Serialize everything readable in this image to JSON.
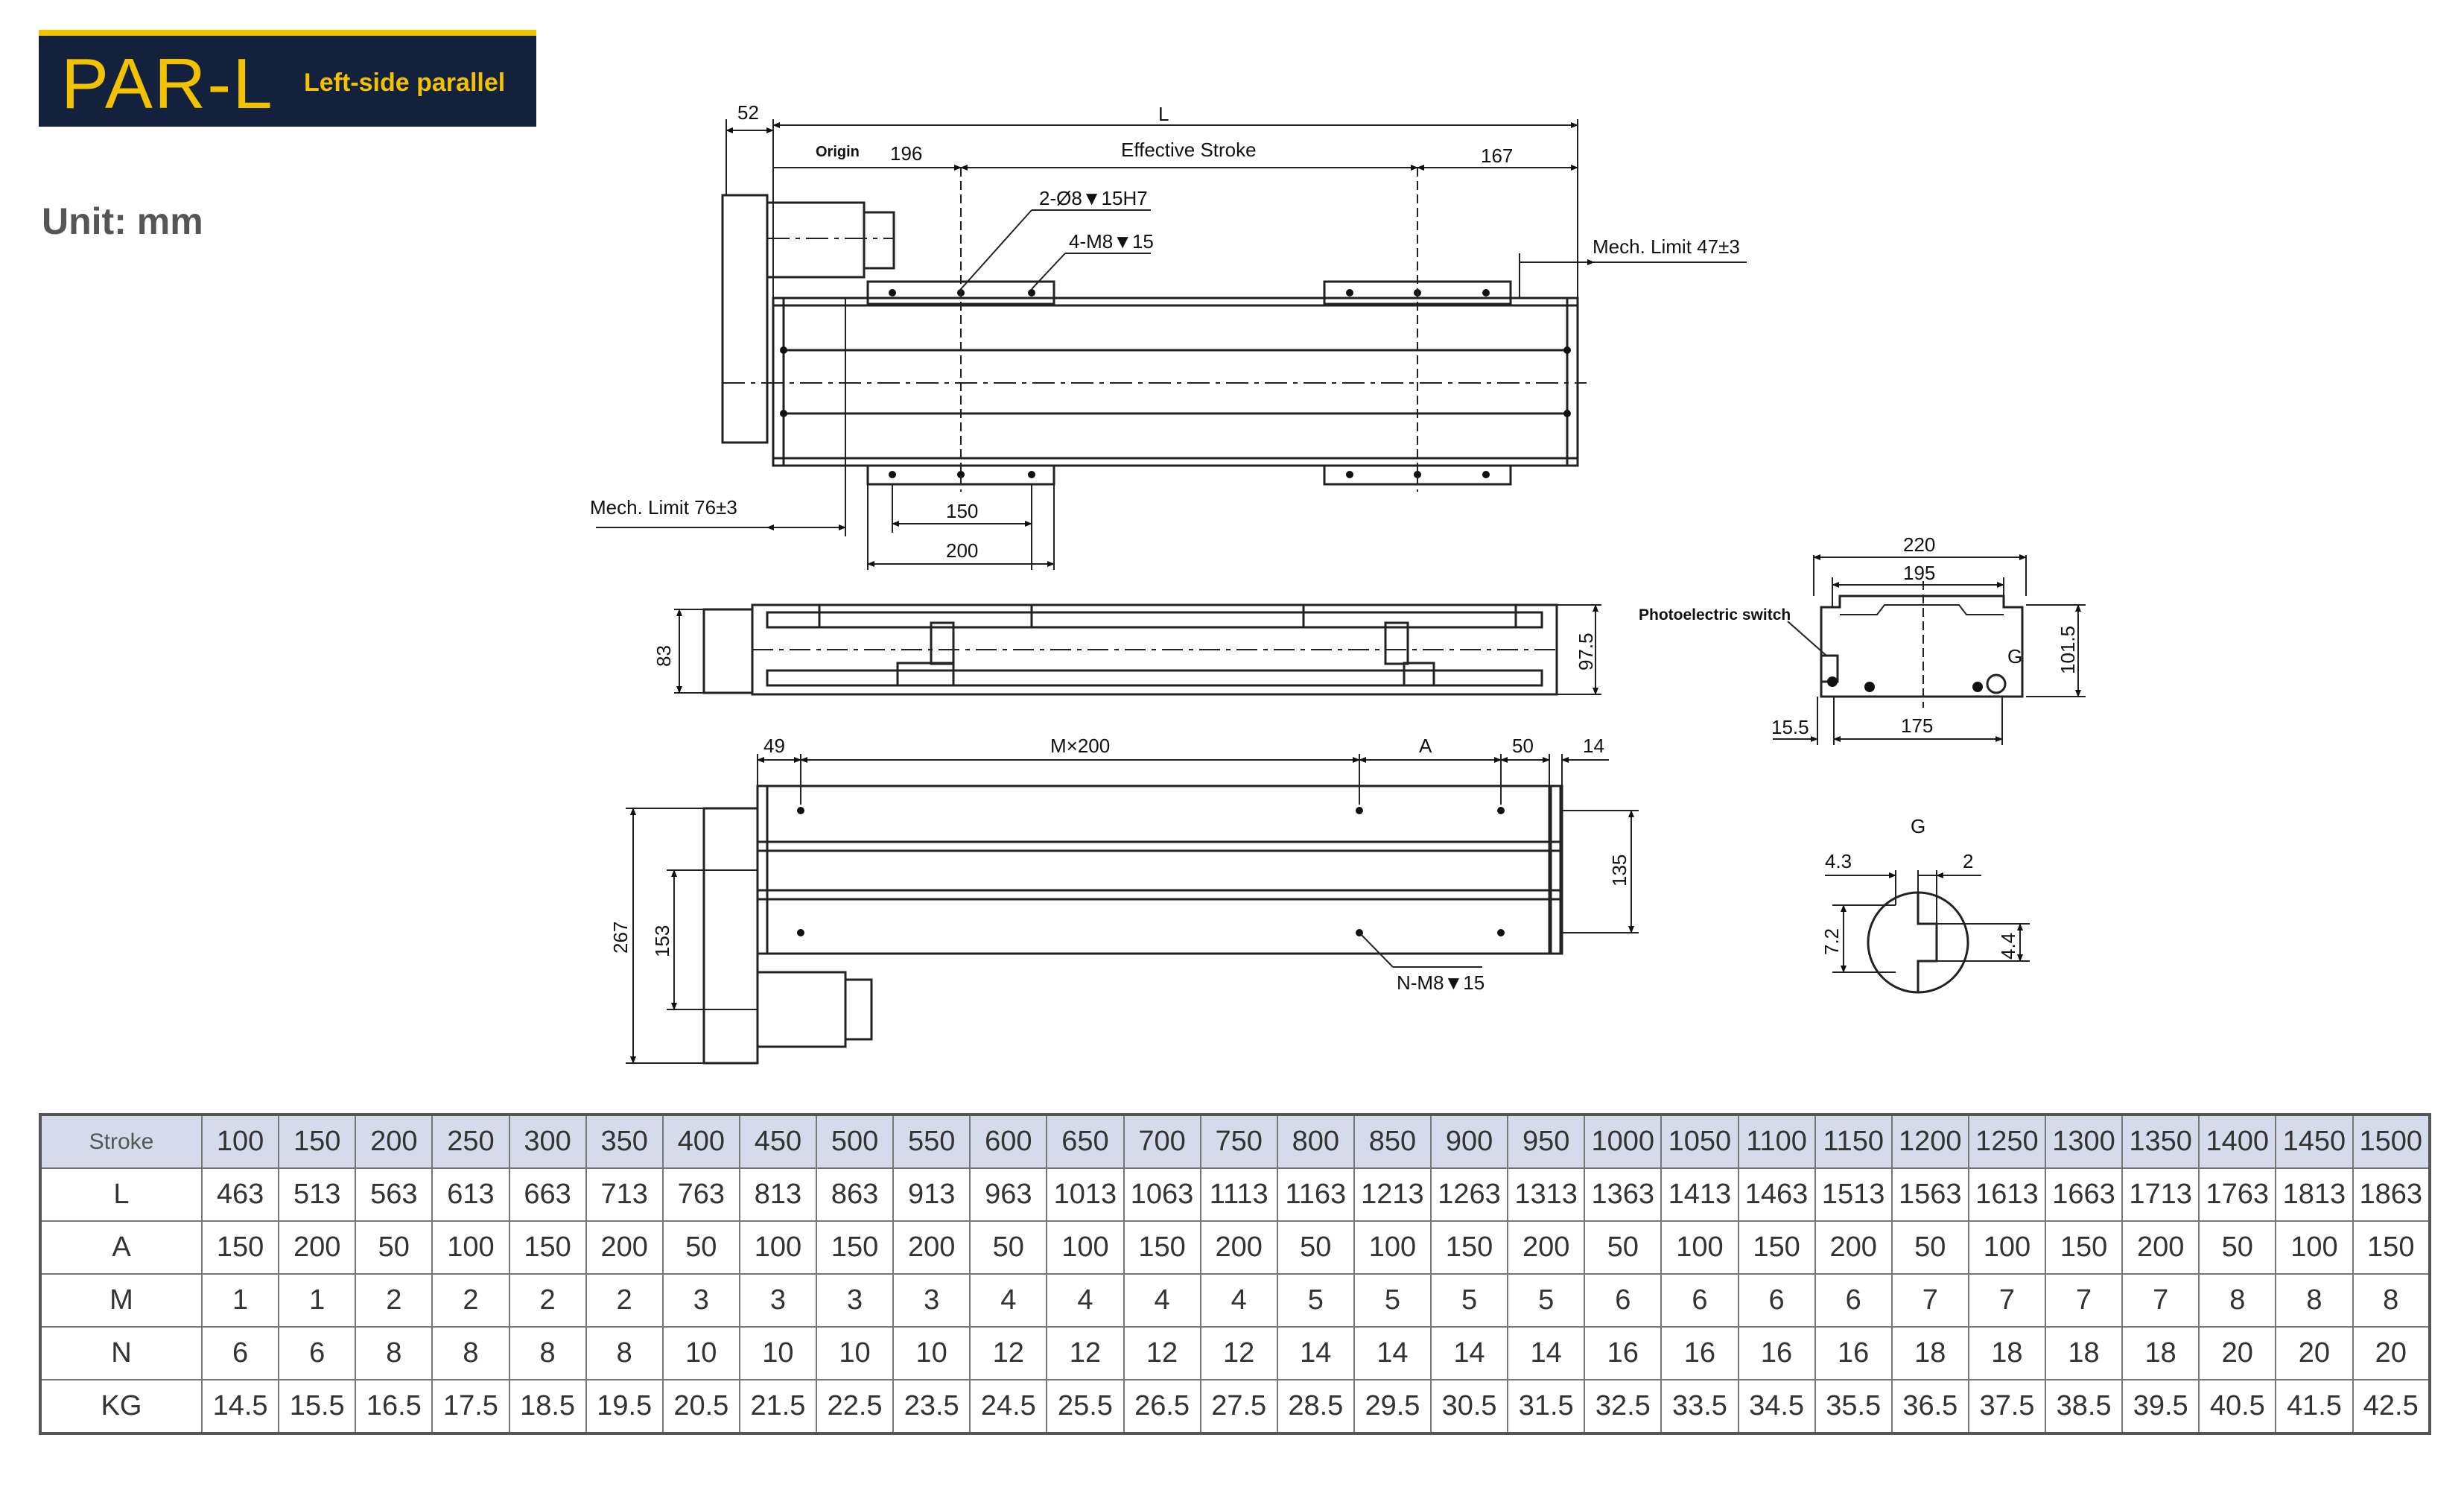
{
  "header": {
    "model": "PAR-L",
    "subtitle": "Left-side parallel",
    "accent_color": "#f2c200",
    "bg_color": "#14213d"
  },
  "unit": "Unit: mm",
  "drawing": {
    "top_view": {
      "dim_52": "52",
      "dim_L": "L",
      "origin": "Origin",
      "dim_196": "196",
      "effective_stroke": "Effective Stroke",
      "dim_167": "167",
      "hole_pin": "2-Ø8▼15H7",
      "hole_tap": "4-M8▼15",
      "mech_limit_right": "Mech. Limit 47±3",
      "mech_limit_left": "Mech. Limit 76±3",
      "dim_150": "150",
      "dim_200": "200"
    },
    "side_view": {
      "dim_83": "83",
      "dim_97_5": "97.5"
    },
    "end_view": {
      "dim_220": "220",
      "dim_195": "195",
      "photo_switch": "Photoelectric switch",
      "G": "G",
      "dim_101_5": "101.5",
      "dim_15_5": "15.5",
      "dim_175": "175"
    },
    "bottom_view": {
      "dim_49": "49",
      "dim_Mx200": "M×200",
      "dim_A": "A",
      "dim_50": "50",
      "dim_14": "14",
      "dim_267": "267",
      "dim_153": "153",
      "dim_135": "135",
      "hole_N": "N-M8▼15"
    },
    "detail_G": {
      "title": "G",
      "dim_4_3": "4.3",
      "dim_2": "2",
      "dim_7_2": "7.2",
      "dim_4_4": "4.4"
    }
  },
  "table": {
    "rows": [
      {
        "label": "Stroke",
        "values": [
          "100",
          "150",
          "200",
          "250",
          "300",
          "350",
          "400",
          "450",
          "500",
          "550",
          "600",
          "650",
          "700",
          "750",
          "800",
          "850",
          "900",
          "950",
          "1000",
          "1050",
          "1100",
          "1150",
          "1200",
          "1250",
          "1300",
          "1350",
          "1400",
          "1450",
          "1500"
        ]
      },
      {
        "label": "L",
        "values": [
          "463",
          "513",
          "563",
          "613",
          "663",
          "713",
          "763",
          "813",
          "863",
          "913",
          "963",
          "1013",
          "1063",
          "1113",
          "1163",
          "1213",
          "1263",
          "1313",
          "1363",
          "1413",
          "1463",
          "1513",
          "1563",
          "1613",
          "1663",
          "1713",
          "1763",
          "1813",
          "1863"
        ]
      },
      {
        "label": "A",
        "values": [
          "150",
          "200",
          "50",
          "100",
          "150",
          "200",
          "50",
          "100",
          "150",
          "200",
          "50",
          "100",
          "150",
          "200",
          "50",
          "100",
          "150",
          "200",
          "50",
          "100",
          "150",
          "200",
          "50",
          "100",
          "150",
          "200",
          "50",
          "100",
          "150"
        ]
      },
      {
        "label": "M",
        "values": [
          "1",
          "1",
          "2",
          "2",
          "2",
          "2",
          "3",
          "3",
          "3",
          "3",
          "4",
          "4",
          "4",
          "4",
          "5",
          "5",
          "5",
          "5",
          "6",
          "6",
          "6",
          "6",
          "7",
          "7",
          "7",
          "7",
          "8",
          "8",
          "8"
        ]
      },
      {
        "label": "N",
        "values": [
          "6",
          "6",
          "8",
          "8",
          "8",
          "8",
          "10",
          "10",
          "10",
          "10",
          "12",
          "12",
          "12",
          "12",
          "14",
          "14",
          "14",
          "14",
          "16",
          "16",
          "16",
          "16",
          "18",
          "18",
          "18",
          "18",
          "20",
          "20",
          "20"
        ]
      },
      {
        "label": "KG",
        "values": [
          "14.5",
          "15.5",
          "16.5",
          "17.5",
          "18.5",
          "19.5",
          "20.5",
          "21.5",
          "22.5",
          "23.5",
          "24.5",
          "25.5",
          "26.5",
          "27.5",
          "28.5",
          "29.5",
          "30.5",
          "31.5",
          "32.5",
          "33.5",
          "34.5",
          "35.5",
          "36.5",
          "37.5",
          "38.5",
          "39.5",
          "40.5",
          "41.5",
          "42.5"
        ]
      }
    ]
  }
}
